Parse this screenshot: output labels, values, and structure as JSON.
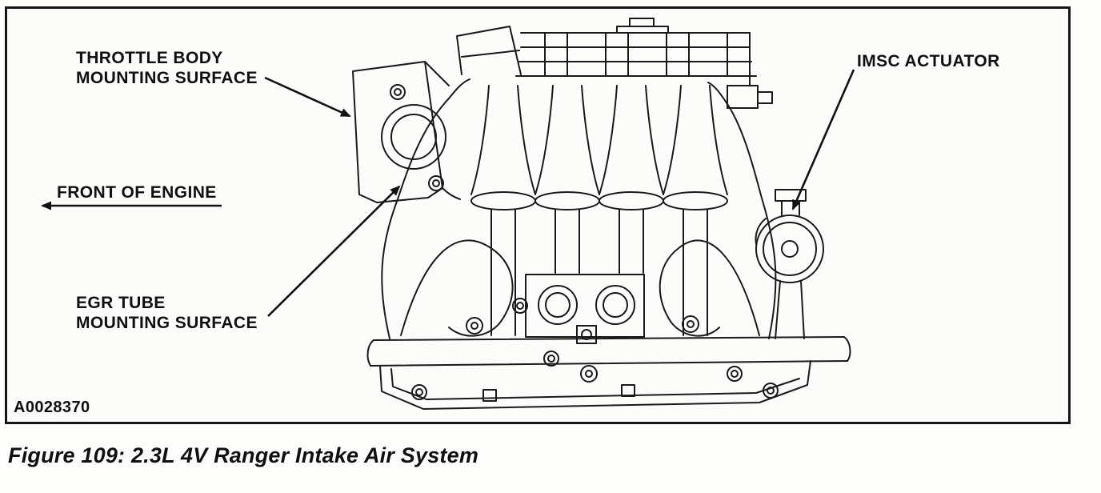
{
  "figure": {
    "caption": "Figure 109: 2.3L 4V Ranger Intake Air System",
    "drawing_number": "A0028370"
  },
  "labels": {
    "throttle_body_mounting_surface": "THROTTLE BODY\nMOUNTING SURFACE",
    "front_of_engine": "FRONT OF ENGINE",
    "egr_tube_mounting_surface": "EGR TUBE\nMOUNTING SURFACE",
    "imsc_actuator": "IMSC ACTUATOR"
  },
  "icons": {
    "front_of_engine_arrow": "left-arrow",
    "throttle_body_pointer": "pointer-arrow",
    "egr_tube_pointer": "pointer-arrow",
    "imsc_actuator_pointer": "pointer-arrow"
  },
  "colors": {
    "ink": "#1a1a1a",
    "paper": "#fcfcfa",
    "border": "#161616"
  }
}
